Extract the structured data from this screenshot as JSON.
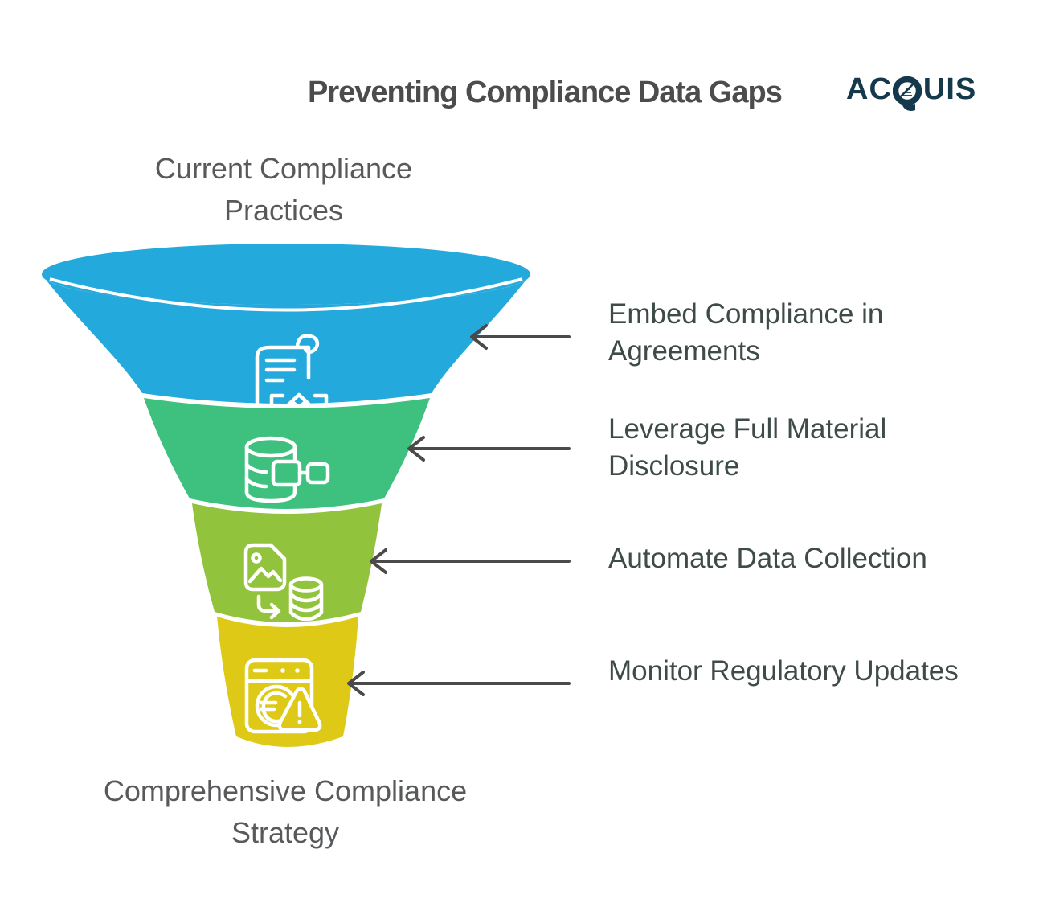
{
  "title": "Preventing Compliance Data Gaps",
  "logo": {
    "name": "ACQUIS",
    "text_ac": "AC",
    "text_uis": "UIS",
    "color": "#14384C"
  },
  "funnel": {
    "top_caption_lines": [
      "Current Compliance",
      "Practices"
    ],
    "bottom_caption_lines": [
      "Comprehensive Compliance",
      "Strategy"
    ],
    "stages": [
      {
        "label": "Embed Compliance in Agreements",
        "lines": [
          "Embed Compliance in",
          "Agreements"
        ],
        "color": "#23A9DC",
        "icon": "contract-handshake-icon"
      },
      {
        "label": "Leverage Full Material Disclosure",
        "lines": [
          "Leverage Full Material",
          "Disclosure"
        ],
        "color": "#3EC17E",
        "icon": "database-link-icon"
      },
      {
        "label": "Automate Data Collection",
        "lines": [
          "Automate Data Collection"
        ],
        "color": "#92C33C",
        "icon": "image-to-database-icon"
      },
      {
        "label": "Monitor Regulatory Updates",
        "lines": [
          "Monitor Regulatory Updates"
        ],
        "color": "#DDC916",
        "icon": "app-alert-icon"
      }
    ]
  },
  "colors": {
    "arrow": "#4a4a4a",
    "title_text": "#4c4c4e",
    "stage_label_text": "#3e4b49",
    "caption_text": "#58595b",
    "logo_navy": "#14384C"
  }
}
